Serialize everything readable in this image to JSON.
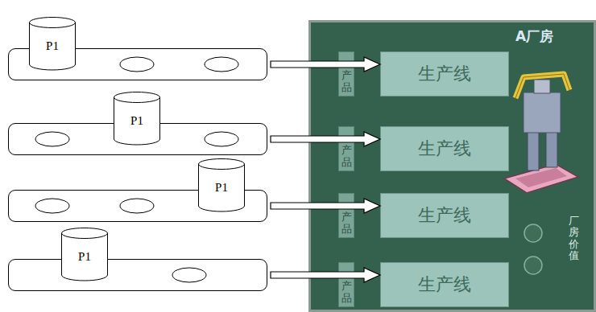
{
  "diagram": {
    "nodes": [
      {
        "text": []
      },
      {
        "text": [
          "P1"
        ],
        "in": 0
      },
      {
        "text": []
      },
      {
        "text": [
          "P1"
        ],
        "in": 2
      },
      {
        "text": []
      },
      {
        "text": [
          "P1"
        ],
        "in": 4
      },
      {
        "text": []
      },
      {
        "text": [
          "P1"
        ],
        "in": 6
      },
      {
        "text": [
          "A厂房",
          "厂房价值"
        ]
      },
      {
        "text": [
          "产品"
        ],
        "in": 8
      },
      {
        "text": [
          "生产线"
        ],
        "in": 8
      },
      {
        "text": [
          "产品"
        ],
        "in": 8
      },
      {
        "text": [
          "生产线"
        ],
        "in": 8
      },
      {
        "text": [
          "产品"
        ],
        "in": 8
      },
      {
        "text": [
          "生产线"
        ],
        "in": 8
      },
      {
        "text": [
          "产品"
        ],
        "in": 8
      },
      {
        "text": [
          "生产线"
        ],
        "in": 8
      }
    ],
    "edges": [
      {
        "from": 0,
        "to": 10,
        "arrow": "to"
      },
      {
        "from": 2,
        "to": 12,
        "arrow": "to"
      },
      {
        "from": 4,
        "to": 14,
        "arrow": "to"
      },
      {
        "from": 6,
        "to": 16,
        "arrow": "to"
      }
    ]
  }
}
